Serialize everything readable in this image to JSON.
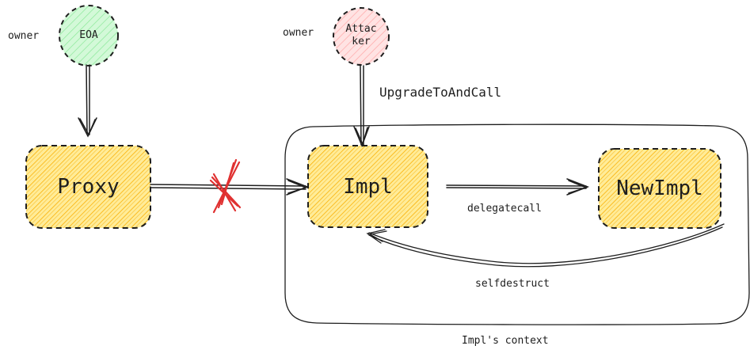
{
  "nodes": {
    "eoa": {
      "label": "EOA",
      "role": "owner"
    },
    "attacker": {
      "label_line1": "Attac",
      "label_line2": "ker",
      "role": "owner"
    },
    "proxy": {
      "label": "Proxy"
    },
    "impl": {
      "label": "Impl"
    },
    "newimpl": {
      "label": "NewImpl"
    }
  },
  "edges": {
    "upgrade": {
      "label": "UpgradeToAndCall"
    },
    "delegatecall": {
      "label": "delegatecall"
    },
    "selfdestruct": {
      "label": "selfdestruct"
    },
    "broken_link": {
      "marker": "red-x"
    }
  },
  "context": {
    "label": "Impl's context"
  },
  "colors": {
    "stroke": "#1e1e1e",
    "eoa_fill": "#b2f2bb",
    "attacker_fill": "#ffc9c9",
    "box_fill": "#ffec99",
    "hatch": "#fab005",
    "cross": "#e03131"
  }
}
